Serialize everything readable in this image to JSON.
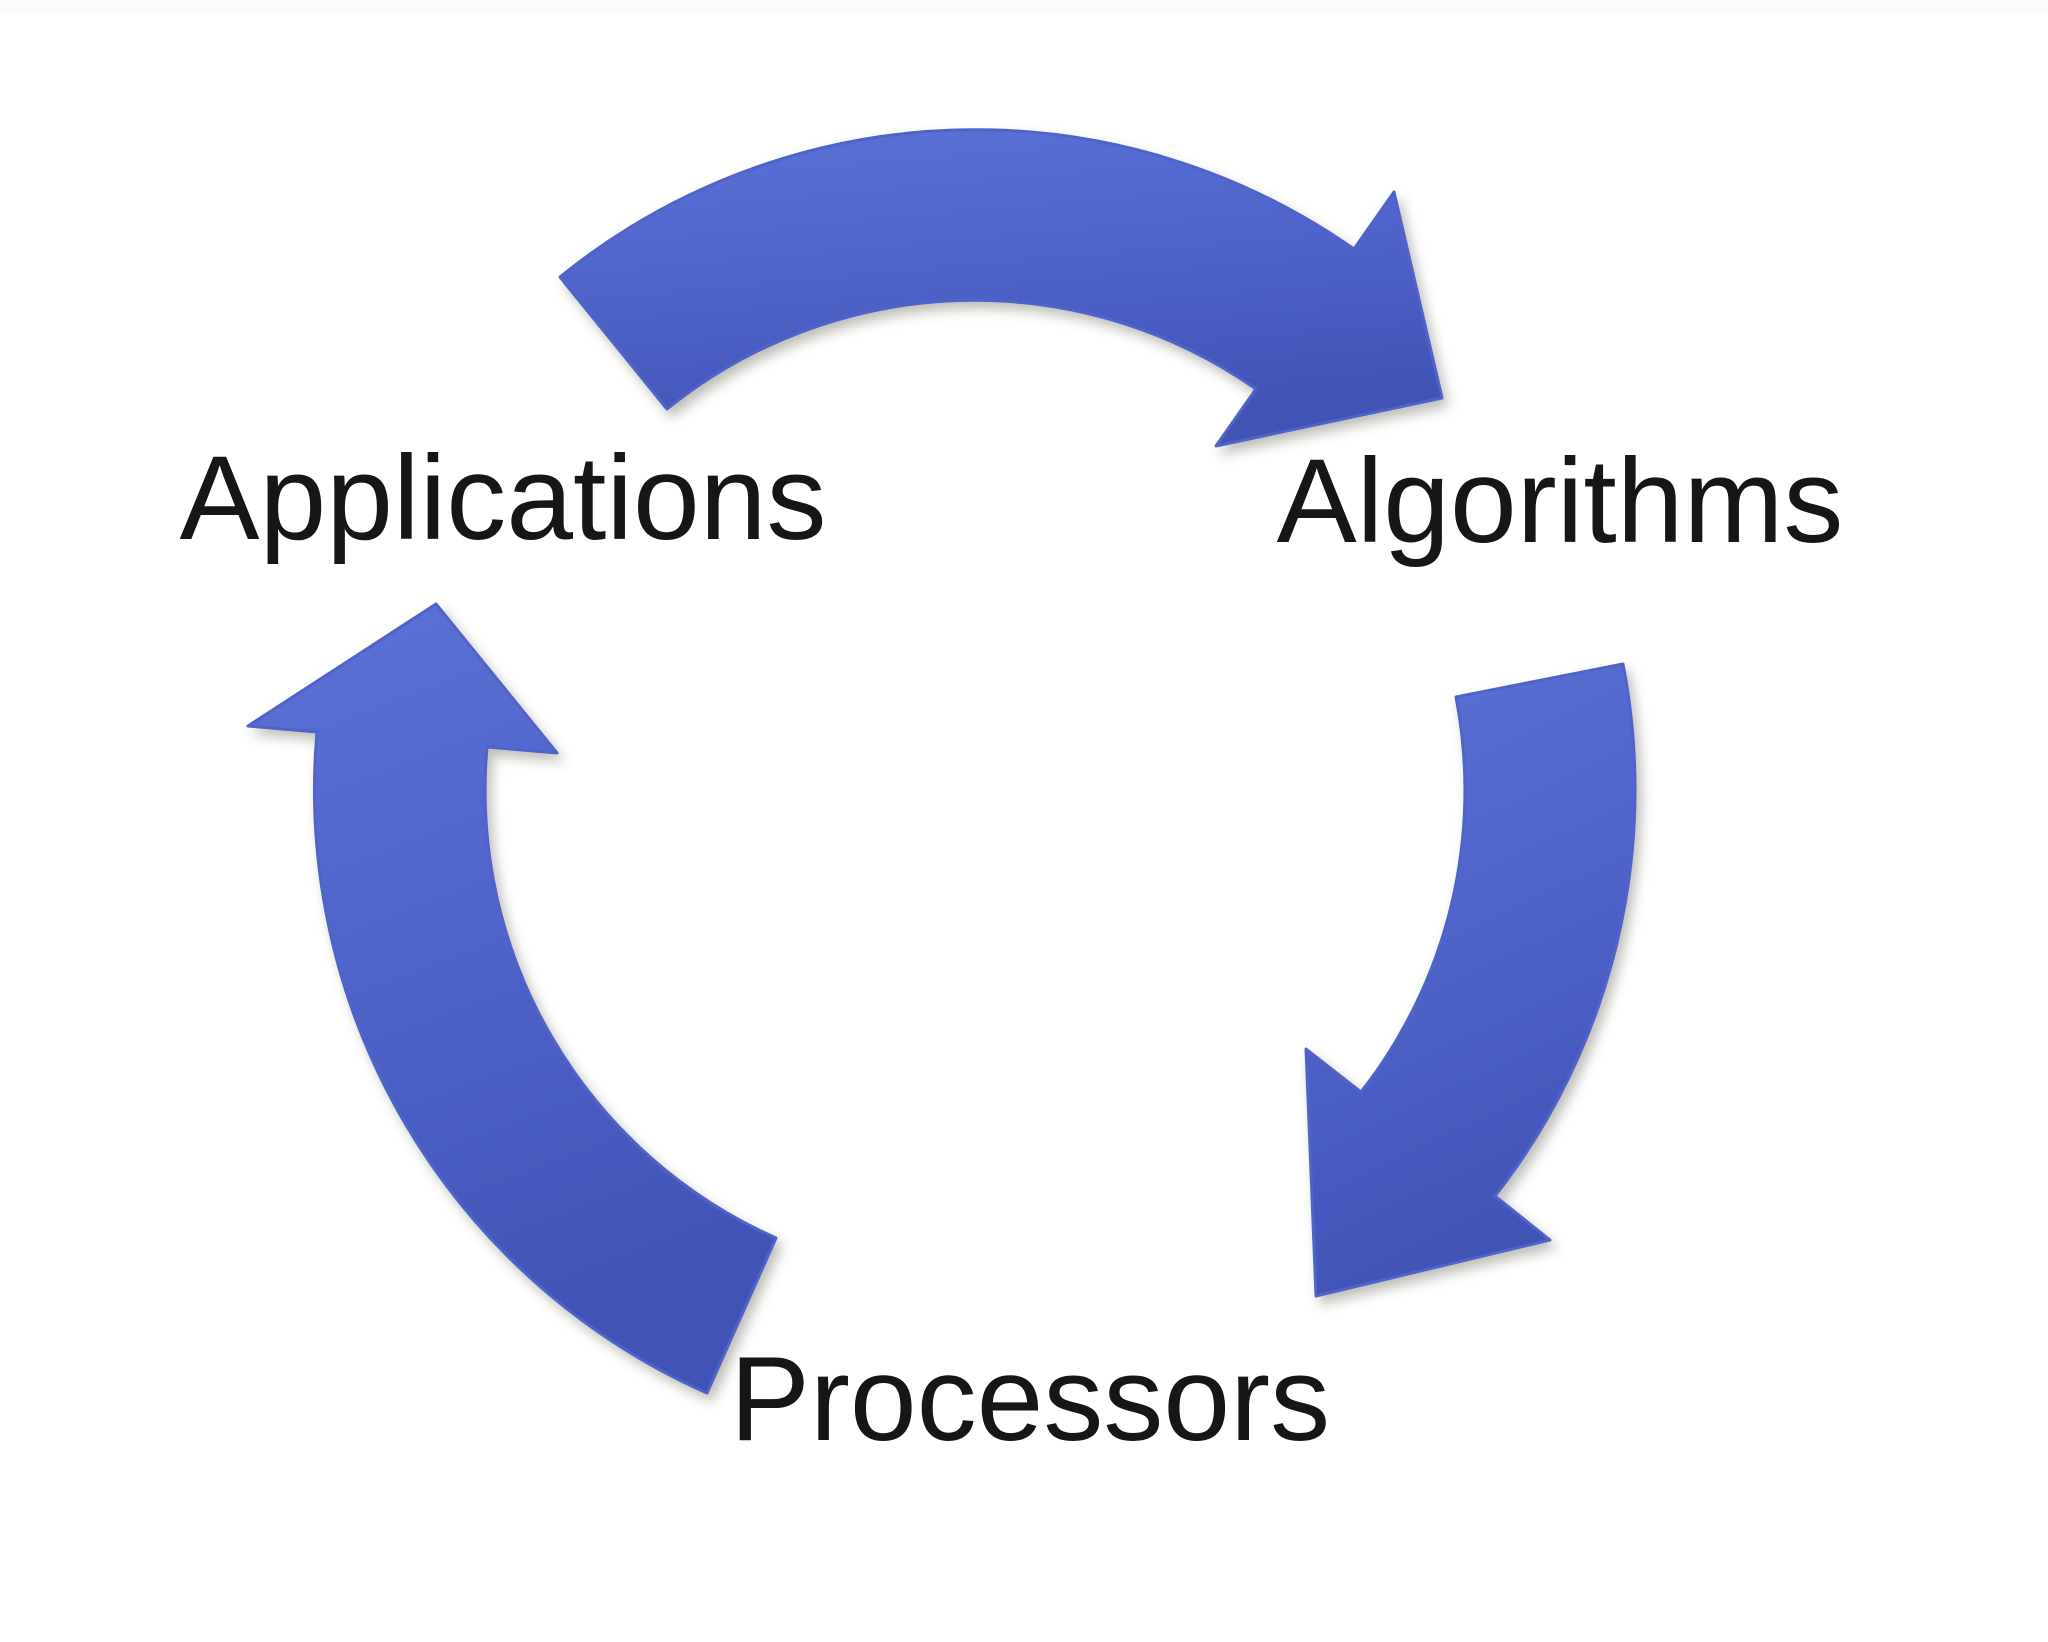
{
  "background_color": "#ffffff",
  "diagram": {
    "type": "cycle",
    "direction": "clockwise",
    "nodes": [
      {
        "id": "applications",
        "label": "Applications"
      },
      {
        "id": "algorithms",
        "label": "Algorithms"
      },
      {
        "id": "processors",
        "label": "Processors"
      }
    ],
    "edges": [
      {
        "from": "Applications",
        "to": "Algorithms"
      },
      {
        "from": "Algorithms",
        "to": "Processors"
      },
      {
        "from": "Processors",
        "to": "Applications"
      }
    ],
    "colors": {
      "arrow_base": "#4f63ca",
      "arrow_light": "#5c72d6",
      "arrow_dark": "#4253b6",
      "label": "#161616"
    }
  }
}
